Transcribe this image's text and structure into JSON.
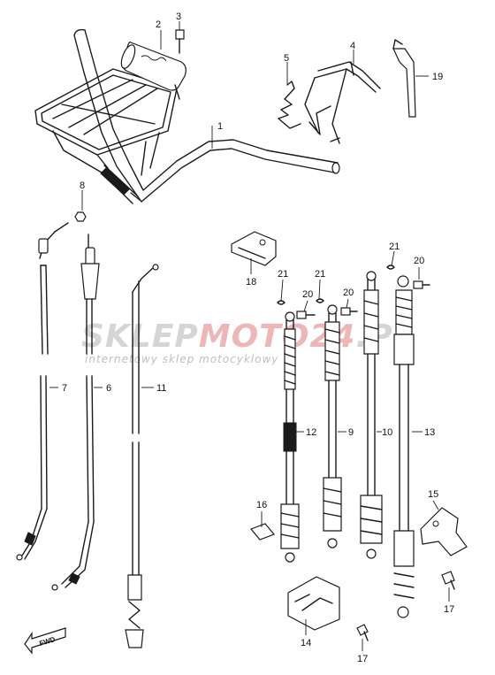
{
  "watermark": {
    "brand_a": "SKLEP",
    "brand_b": "MOTO",
    "brand_c": "24",
    "brand_d": ".PL",
    "tagline": "internetowy sklep motocyklowy"
  },
  "callouts": {
    "p1": "1",
    "p2": "2",
    "p3": "3",
    "p4": "4",
    "p5": "5",
    "p6": "6",
    "p7": "7",
    "p8": "8",
    "p9": "9",
    "p10": "10",
    "p11": "11",
    "p12": "12",
    "p13": "13",
    "p14": "14",
    "p15": "15",
    "p16": "16",
    "p17a": "17",
    "p17b": "17",
    "p18": "18",
    "p19": "19",
    "p20a": "20",
    "p20b": "20",
    "p20c": "20",
    "p21a": "21",
    "p21b": "21",
    "p21c": "21"
  },
  "fwd_label": "FWD",
  "colors": {
    "line": "#1a1a1a",
    "watermark_grey": "#c7c7c7",
    "watermark_red": "#e8a0a0"
  }
}
